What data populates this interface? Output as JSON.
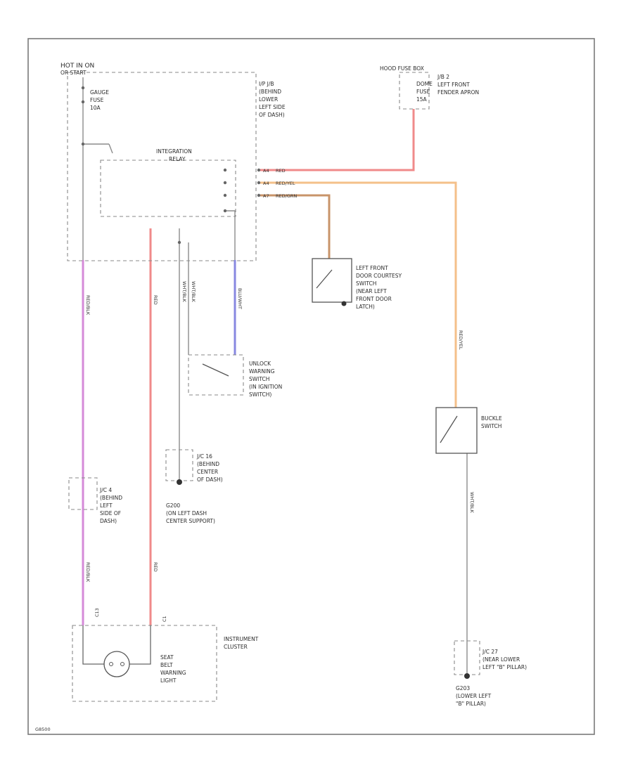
{
  "colors": {
    "red": "#f08a8a",
    "pink_violet": "#d58ad8",
    "violet": "#8888e0",
    "orange": "#f4c08a",
    "brown": "#c8946a",
    "gray": "#8c8c8c"
  },
  "labels": {
    "hot_in_on": [
      "HOT IN ON",
      "OR START"
    ],
    "gauge_fuse": [
      "GAUGE",
      "FUSE",
      "10A"
    ],
    "jb_behind": [
      "I/P J/B",
      "(BEHIND",
      "LOWER",
      "LEFT SIDE",
      "OF DASH)"
    ],
    "hood_fuses": "HOOD FUSE BOX",
    "dome_fuse": [
      "DOME",
      "FUSE",
      "15A"
    ],
    "jb_fender": [
      "J/B 2",
      "LEFT FRONT",
      "FENDER APRON"
    ],
    "integration_relay": [
      "INTEGRATION",
      "RELAY"
    ],
    "relay_pins": [
      "A4",
      "A4",
      "A7"
    ],
    "relay_wires": [
      "RED",
      "RED/YEL",
      "RED/GRN"
    ],
    "door_switch": [
      "LEFT FRONT",
      "DOOR COURTESY",
      "SWITCH",
      "(NEAR LEFT",
      "FRONT DOOR",
      "LATCH)"
    ],
    "unlock_switch": [
      "UNLOCK",
      "WARNING",
      "SWITCH",
      "(IN IGNITION",
      "SWITCH)"
    ],
    "buckle_switch": [
      "BUCKLE",
      "SWITCH"
    ],
    "jc4": [
      "J/C 4",
      "(BEHIND",
      "LEFT",
      "SIDE OF",
      "DASH)"
    ],
    "jc16": [
      "J/C 16",
      "(BEHIND",
      "CENTER",
      "OF DASH)"
    ],
    "g200": [
      "G200",
      "(ON LEFT DASH",
      "CENTER SUPPORT)"
    ],
    "instrument_cluster": [
      "INSTRUMENT",
      "CLUSTER"
    ],
    "seat_belt_light": [
      "SEAT",
      "BELT",
      "WARNING",
      "LIGHT"
    ],
    "jc27": [
      "J/C 27",
      "(NEAR LOWER",
      "LEFT \"B\" PILLAR)"
    ],
    "g203": [
      "G203",
      "(LOWER LEFT",
      "\"B\" PILLAR)"
    ],
    "cluster_pins": [
      "C13",
      "C1"
    ],
    "vertical_wires": {
      "left_top": "RED/BLK",
      "second_top": "RED",
      "gnd_a": "WHT/BLK",
      "gnd_b": "WHT/BLK",
      "blue": "BLU/WHT",
      "orange": "RED/YEL",
      "buckle_gnd": "WHT/BLK",
      "left_bottom": "RED/BLK",
      "second_bottom": "RED"
    },
    "footer_code": "G8500"
  }
}
